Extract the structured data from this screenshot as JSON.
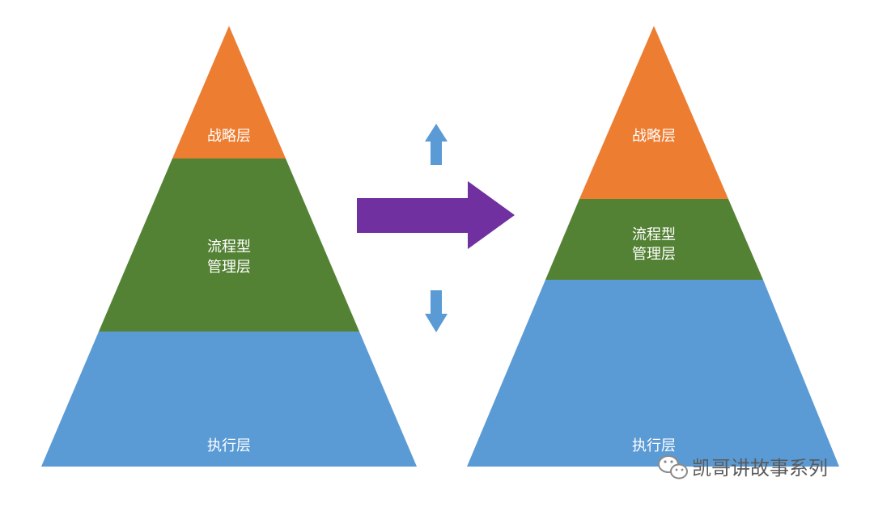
{
  "left_pyramid": {
    "top_label": "战略层",
    "middle_label_line1": "流程型",
    "middle_label_line2": "管理层",
    "bottom_label": "执行层"
  },
  "right_pyramid": {
    "top_label": "战略层",
    "middle_label_line1": "流程型",
    "middle_label_line2": "管理层",
    "bottom_label": "执行层"
  },
  "watermark": {
    "text": "凯哥讲故事系列",
    "icon": "wechat-icon"
  },
  "colors": {
    "top_layer": "#ED7D31",
    "middle_layer": "#548235",
    "bottom_layer": "#5B9BD5",
    "main_arrow": "#7030A0",
    "small_arrows": "#5B9BD5"
  }
}
